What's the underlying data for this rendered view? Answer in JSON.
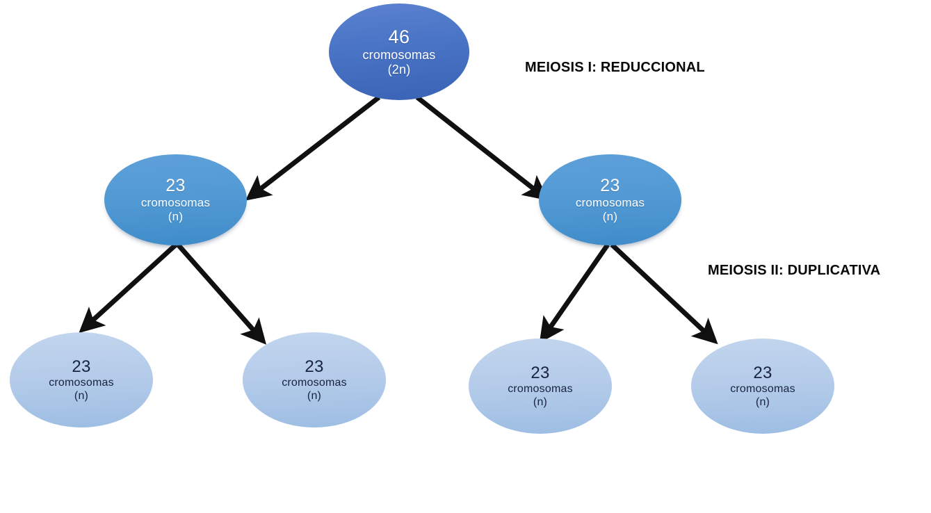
{
  "diagram": {
    "title": "Meiosis chromosome reduction diagram",
    "background_color": "#ffffff",
    "arrow_color": "#101010"
  },
  "phases": [
    {
      "id": "meiosis-i",
      "label": "MEIOSIS I: REDUCCIONAL"
    },
    {
      "id": "meiosis-ii",
      "label": "MEIOSIS II: DUPLICATIVA"
    }
  ],
  "nodes": {
    "root": {
      "count": "46",
      "word": "cromosomas",
      "ploidy": "(2n)",
      "fill": "#4a74c6",
      "text_color": "#ffffff"
    },
    "mid_left": {
      "count": "23",
      "word": "cromosomas",
      "ploidy": "(n)",
      "fill": "#539ad5",
      "text_color": "#ffffff"
    },
    "mid_right": {
      "count": "23",
      "word": "cromosomas",
      "ploidy": "(n)",
      "fill": "#539ad5",
      "text_color": "#ffffff"
    },
    "leaf_1": {
      "count": "23",
      "word": "cromosomas",
      "ploidy": "(n)",
      "fill": "#b3cbe9",
      "text_color": "#18233f"
    },
    "leaf_2": {
      "count": "23",
      "word": "cromosomas",
      "ploidy": "(n)",
      "fill": "#b3cbe9",
      "text_color": "#18233f"
    },
    "leaf_3": {
      "count": "23",
      "word": "cromosomas",
      "ploidy": "(n)",
      "fill": "#b3cbe9",
      "text_color": "#18233f"
    },
    "leaf_4": {
      "count": "23",
      "word": "cromosomas",
      "ploidy": "(n)",
      "fill": "#b3cbe9",
      "text_color": "#18233f"
    }
  },
  "edges": [
    {
      "id": "root-to-mid-left",
      "from": "root",
      "to": "mid_left"
    },
    {
      "id": "root-to-mid-right",
      "from": "root",
      "to": "mid_right"
    },
    {
      "id": "mid-left-to-leaf-1",
      "from": "mid_left",
      "to": "leaf_1"
    },
    {
      "id": "mid-left-to-leaf-2",
      "from": "mid_left",
      "to": "leaf_2"
    },
    {
      "id": "mid-right-to-leaf-3",
      "from": "mid_right",
      "to": "leaf_3"
    },
    {
      "id": "mid-right-to-leaf-4",
      "from": "mid_right",
      "to": "leaf_4"
    }
  ]
}
